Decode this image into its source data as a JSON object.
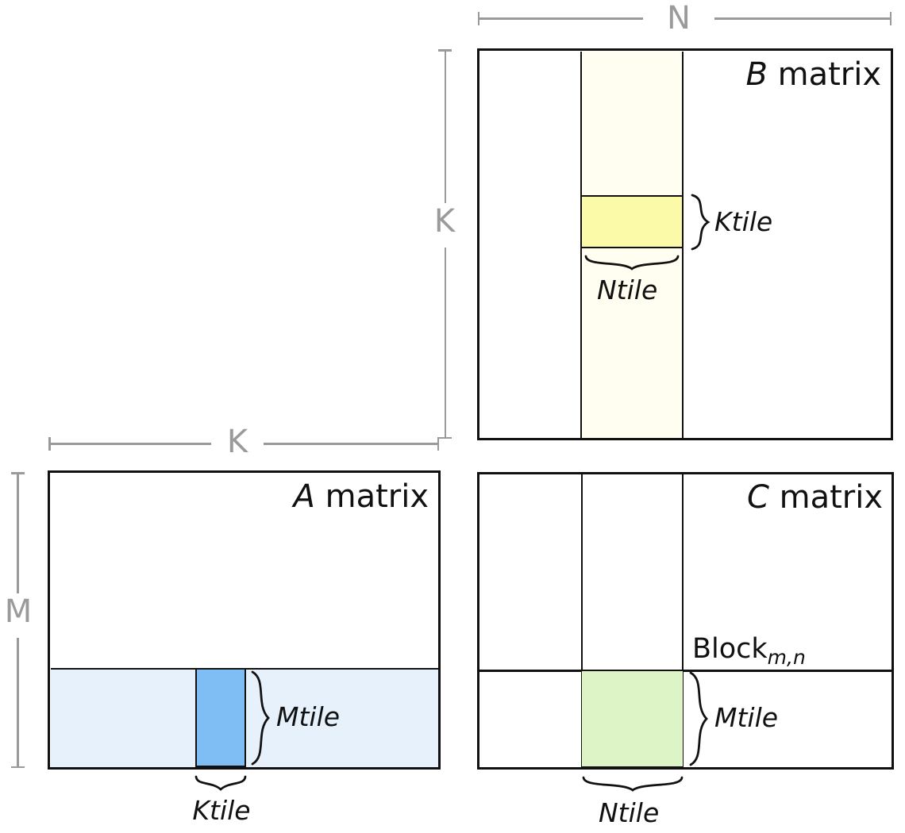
{
  "colors": {
    "line_black": "#111111",
    "dim_gray": "#9a9a9a",
    "b_strip": "#fffef0",
    "b_tile": "#fafaa9",
    "a_strip": "#e6f1fc",
    "a_tile": "#7fbef4",
    "c_tile": "#ddf5c6"
  },
  "dims": {
    "n": "N",
    "k_b": "K",
    "k_a": "K",
    "m": "M"
  },
  "b": {
    "letter": "B",
    "word": " matrix",
    "ktile": "Ktile",
    "ntile": "Ntile"
  },
  "a": {
    "letter": "A",
    "word": " matrix",
    "mtile": "Mtile",
    "ktile": "Ktile"
  },
  "c": {
    "letter": "C",
    "word": " matrix",
    "block": "Block",
    "block_sub": "m,n",
    "mtile": "Mtile",
    "ntile": "Ntile"
  }
}
